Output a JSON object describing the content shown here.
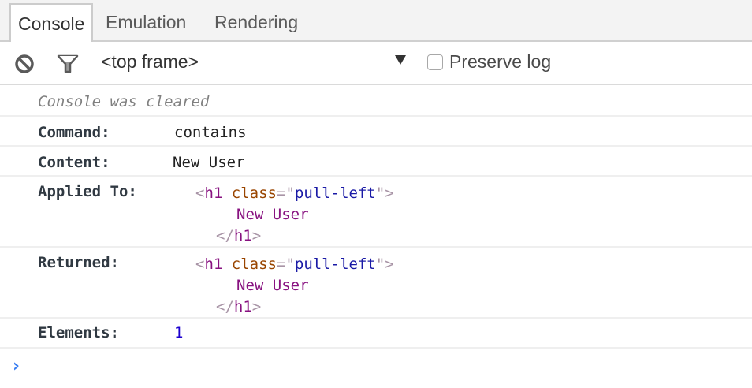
{
  "tabs": [
    {
      "label": "Console",
      "active": true
    },
    {
      "label": "Emulation",
      "active": false
    },
    {
      "label": "Rendering",
      "active": false
    }
  ],
  "toolbar": {
    "clear_icon": "clear-console-icon",
    "filter_icon": "filter-icon",
    "frame_selector": "<top frame>",
    "dropdown_icon": "dropdown-triangle-icon",
    "preserve_log_label": "Preserve log",
    "preserve_log_checked": false
  },
  "console": {
    "cleared_message": "Console was cleared",
    "command": {
      "label": "Command:",
      "value": "contains"
    },
    "content": {
      "label": "Content:",
      "value": "New User"
    },
    "applied_to": {
      "label": "Applied To:",
      "open_lt": "<",
      "tag": "h1",
      "attr_name": "class",
      "eq": "=\"",
      "attr_value": "pull-left",
      "close_q": "\">",
      "text": "New User",
      "close_tag_open": "</",
      "close_tag_name": "h1",
      "close_tag_end": ">"
    },
    "returned": {
      "label": "Returned:",
      "open_lt": "<",
      "tag": "h1",
      "attr_name": "class",
      "eq": "=\"",
      "attr_value": "pull-left",
      "close_q": "\">",
      "text": "New User",
      "close_tag_open": "</",
      "close_tag_name": "h1",
      "close_tag_end": ">"
    },
    "elements": {
      "label": "Elements:",
      "value": "1"
    },
    "prompt_symbol": "›"
  },
  "colors": {
    "tag_bracket": "#a894a6",
    "tag_name": "#881280",
    "attr_name": "#994500",
    "attr_value": "#1a1aa6",
    "number": "#1c00cf",
    "prompt": "#367cf1"
  }
}
